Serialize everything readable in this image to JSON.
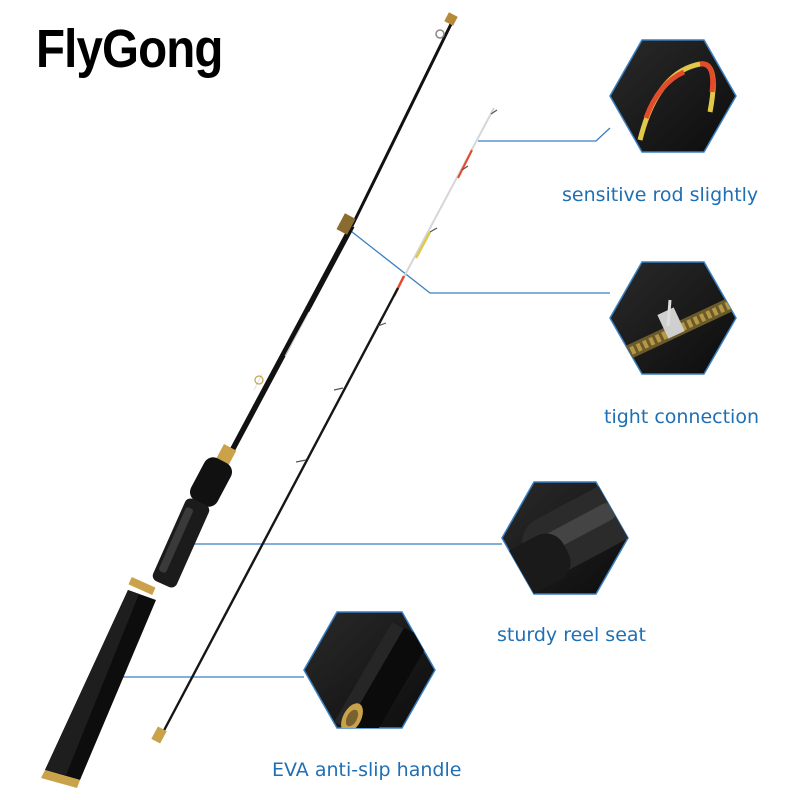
{
  "brand": {
    "name": "FlyGong"
  },
  "callouts": [
    {
      "id": "tip",
      "label": "sensitive rod slightly",
      "icon": "rod-tip-closeup-icon"
    },
    {
      "id": "joint",
      "label": "tight connection",
      "icon": "rod-joint-closeup-icon"
    },
    {
      "id": "reel-seat",
      "label": "sturdy reel seat",
      "icon": "reel-seat-closeup-icon"
    },
    {
      "id": "handle",
      "label": "EVA anti-slip handle",
      "icon": "eva-handle-closeup-icon"
    }
  ],
  "colors": {
    "accent": "#1f6fb4",
    "line": "#3a7fc0",
    "rod": "#111111",
    "hexagon": "#1a1a1a"
  }
}
